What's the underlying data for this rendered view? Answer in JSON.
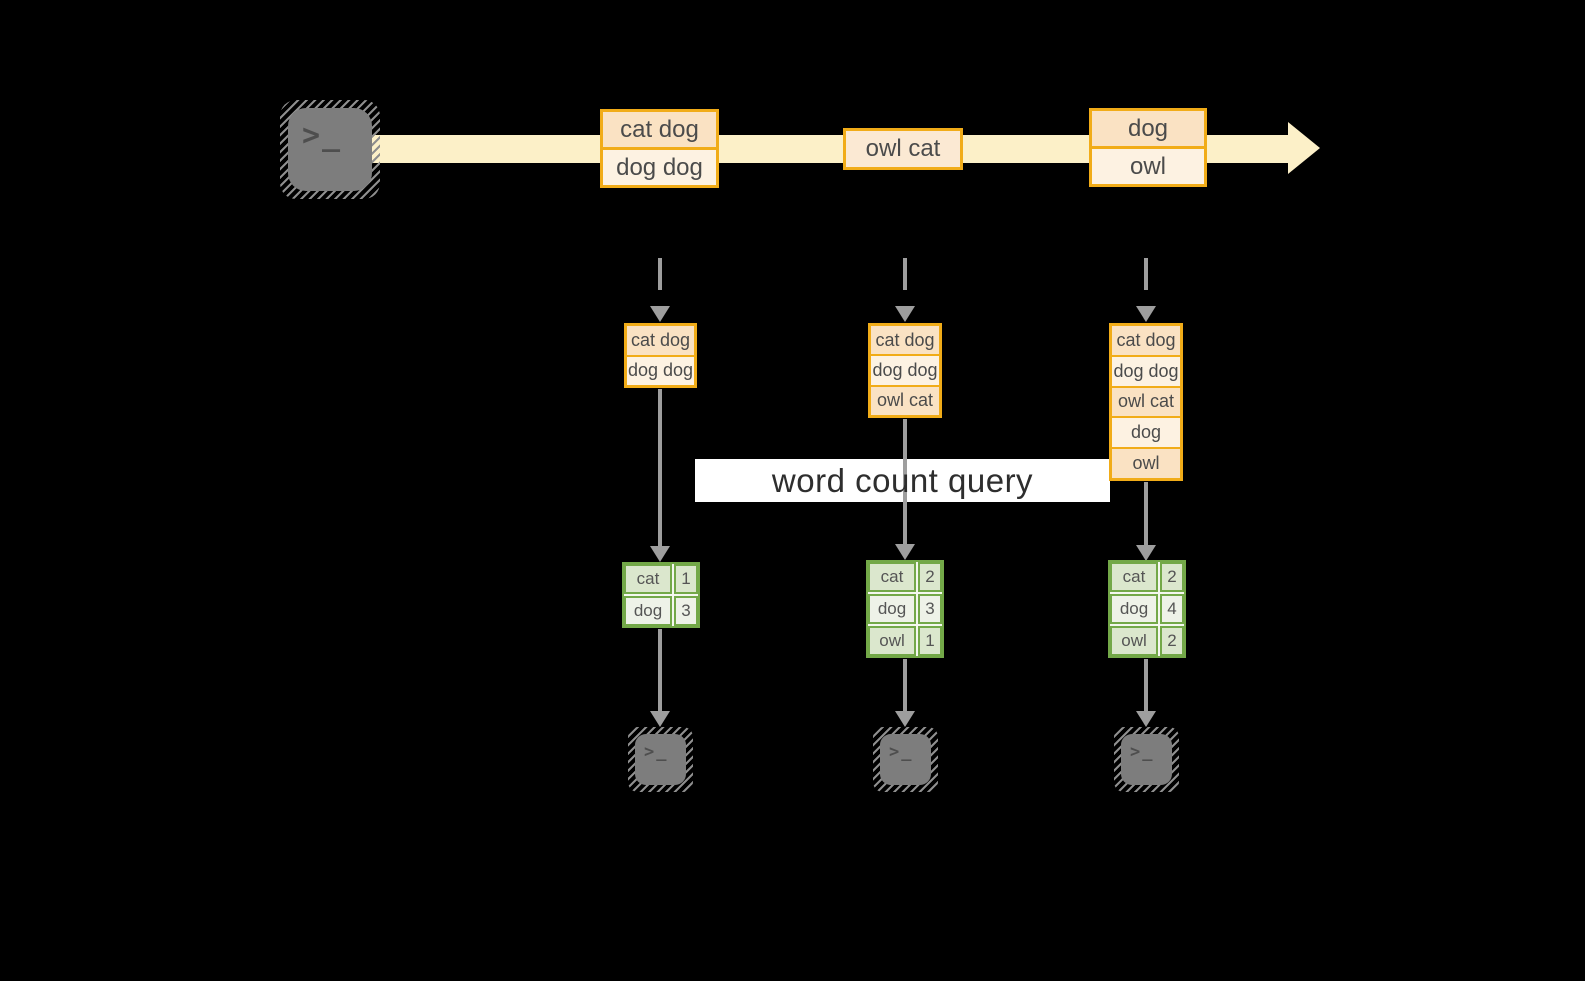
{
  "title": "word count query",
  "stream": {
    "events": [
      {
        "rows": [
          "cat dog",
          "dog dog"
        ]
      },
      {
        "rows": [
          "owl cat"
        ]
      },
      {
        "rows": [
          "dog",
          "owl"
        ]
      }
    ]
  },
  "states": [
    {
      "rows": [
        "cat dog",
        "dog dog"
      ]
    },
    {
      "rows": [
        "cat dog",
        "dog dog",
        "owl cat"
      ]
    },
    {
      "rows": [
        "cat dog",
        "dog dog",
        "owl cat",
        "dog",
        "owl"
      ]
    }
  ],
  "results": [
    {
      "rows": [
        [
          "cat",
          "1"
        ],
        [
          "dog",
          "3"
        ]
      ]
    },
    {
      "rows": [
        [
          "cat",
          "2"
        ],
        [
          "dog",
          "3"
        ],
        [
          "owl",
          "1"
        ]
      ]
    },
    {
      "rows": [
        [
          "cat",
          "2"
        ],
        [
          "dog",
          "4"
        ],
        [
          "owl",
          "2"
        ]
      ]
    }
  ],
  "icons": {
    "terminal_glyph": ">_"
  },
  "colors": {
    "background": "#000000",
    "stream_band": "#fcf0c8",
    "orange_border": "#f1ac18",
    "peach_fill": "#fae2c3",
    "cream_fill": "#fdf2e2",
    "green_border": "#73a848",
    "sage_fill": "#dbe7cd",
    "light_green_fill": "#eef2e8",
    "arrow_gray": "#9e9e9e",
    "query_band": "#ffffff",
    "terminal_gray": "#7d7d7d"
  }
}
